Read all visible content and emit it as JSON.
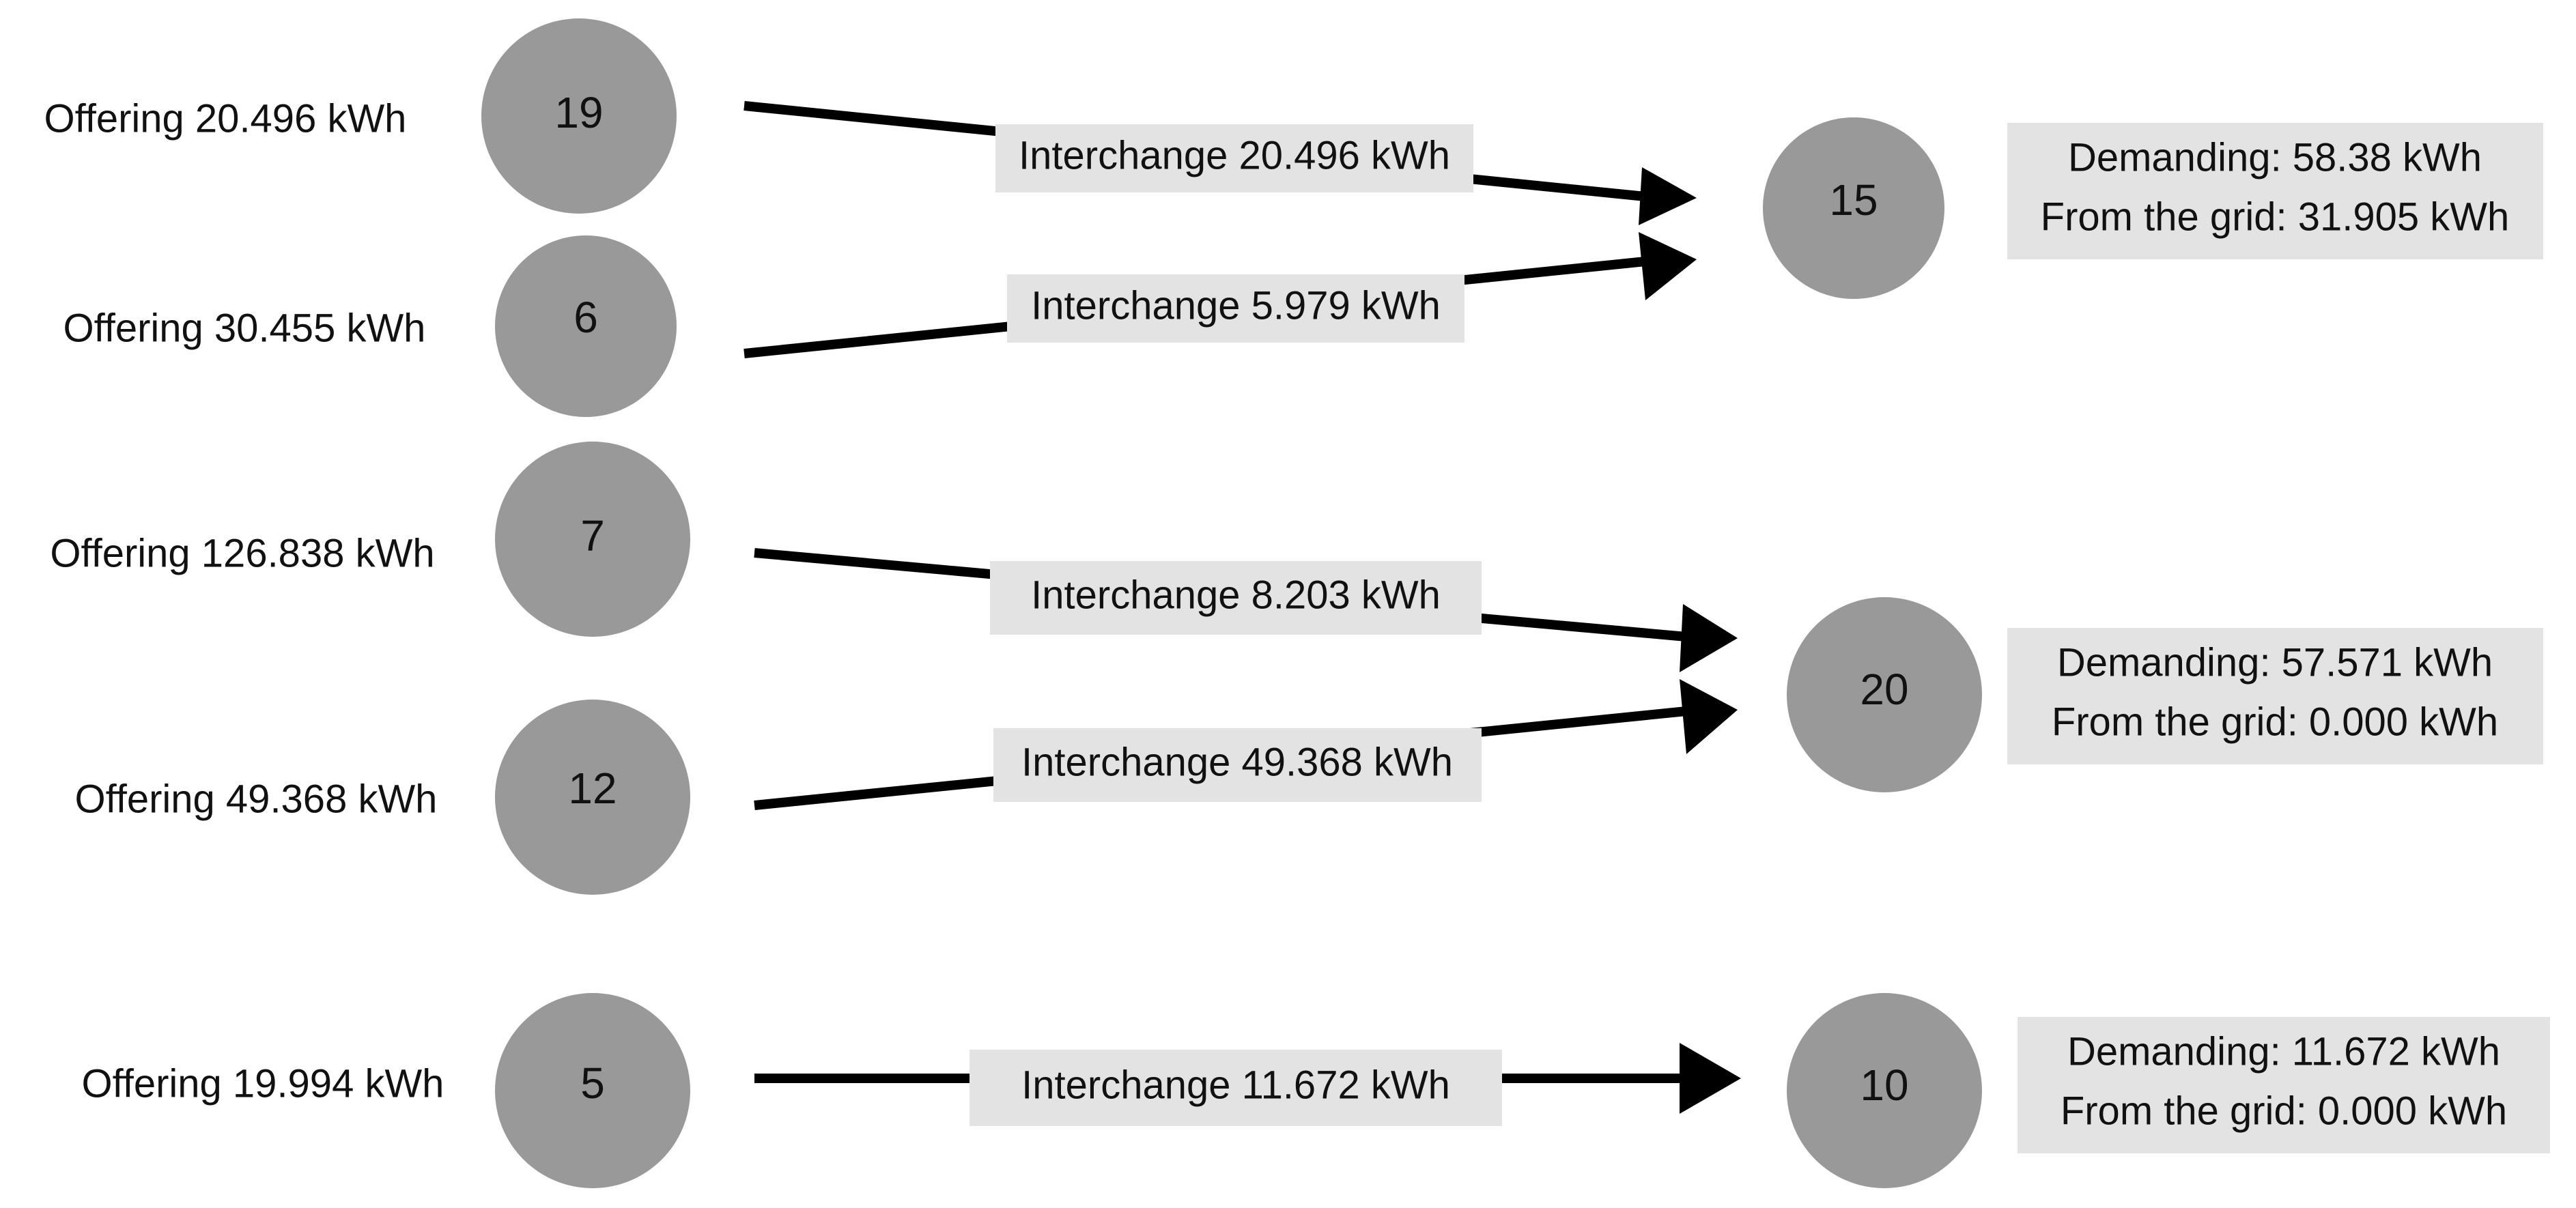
{
  "colors": {
    "node_fill": "#999999",
    "label_box_fill": "#e3e3e3",
    "arrow": "#000000",
    "text": "#111111"
  },
  "sellers": [
    {
      "id": "19",
      "offering": "Offering 20.496  kWh"
    },
    {
      "id": "6",
      "offering": "Offering 30.455 kWh"
    },
    {
      "id": "7",
      "offering": "Offering 126.838 kWh"
    },
    {
      "id": "12",
      "offering": "Offering 49.368 kWh"
    },
    {
      "id": "5",
      "offering": "Offering 19.994 kWh"
    }
  ],
  "buyers": [
    {
      "id": "15",
      "demanding": "Demanding: 58.38 kWh",
      "from_grid": "From the grid: 31.905 kWh"
    },
    {
      "id": "20",
      "demanding": "Demanding: 57.571  kWh",
      "from_grid": "From the grid: 0.000 kWh"
    },
    {
      "id": "10",
      "demanding": "Demanding: 11.672 kWh",
      "from_grid": "From the grid: 0.000 kWh"
    }
  ],
  "interchanges": [
    {
      "from": "19",
      "to": "15",
      "label": "Interchange 20.496 kWh"
    },
    {
      "from": "6",
      "to": "15",
      "label": "Interchange 5.979 kWh"
    },
    {
      "from": "7",
      "to": "20",
      "label": "Interchange 8.203 kWh"
    },
    {
      "from": "12",
      "to": "20",
      "label": "Interchange 49.368 kWh"
    },
    {
      "from": "5",
      "to": "10",
      "label": "Interchange 11.672 kWh"
    }
  ]
}
